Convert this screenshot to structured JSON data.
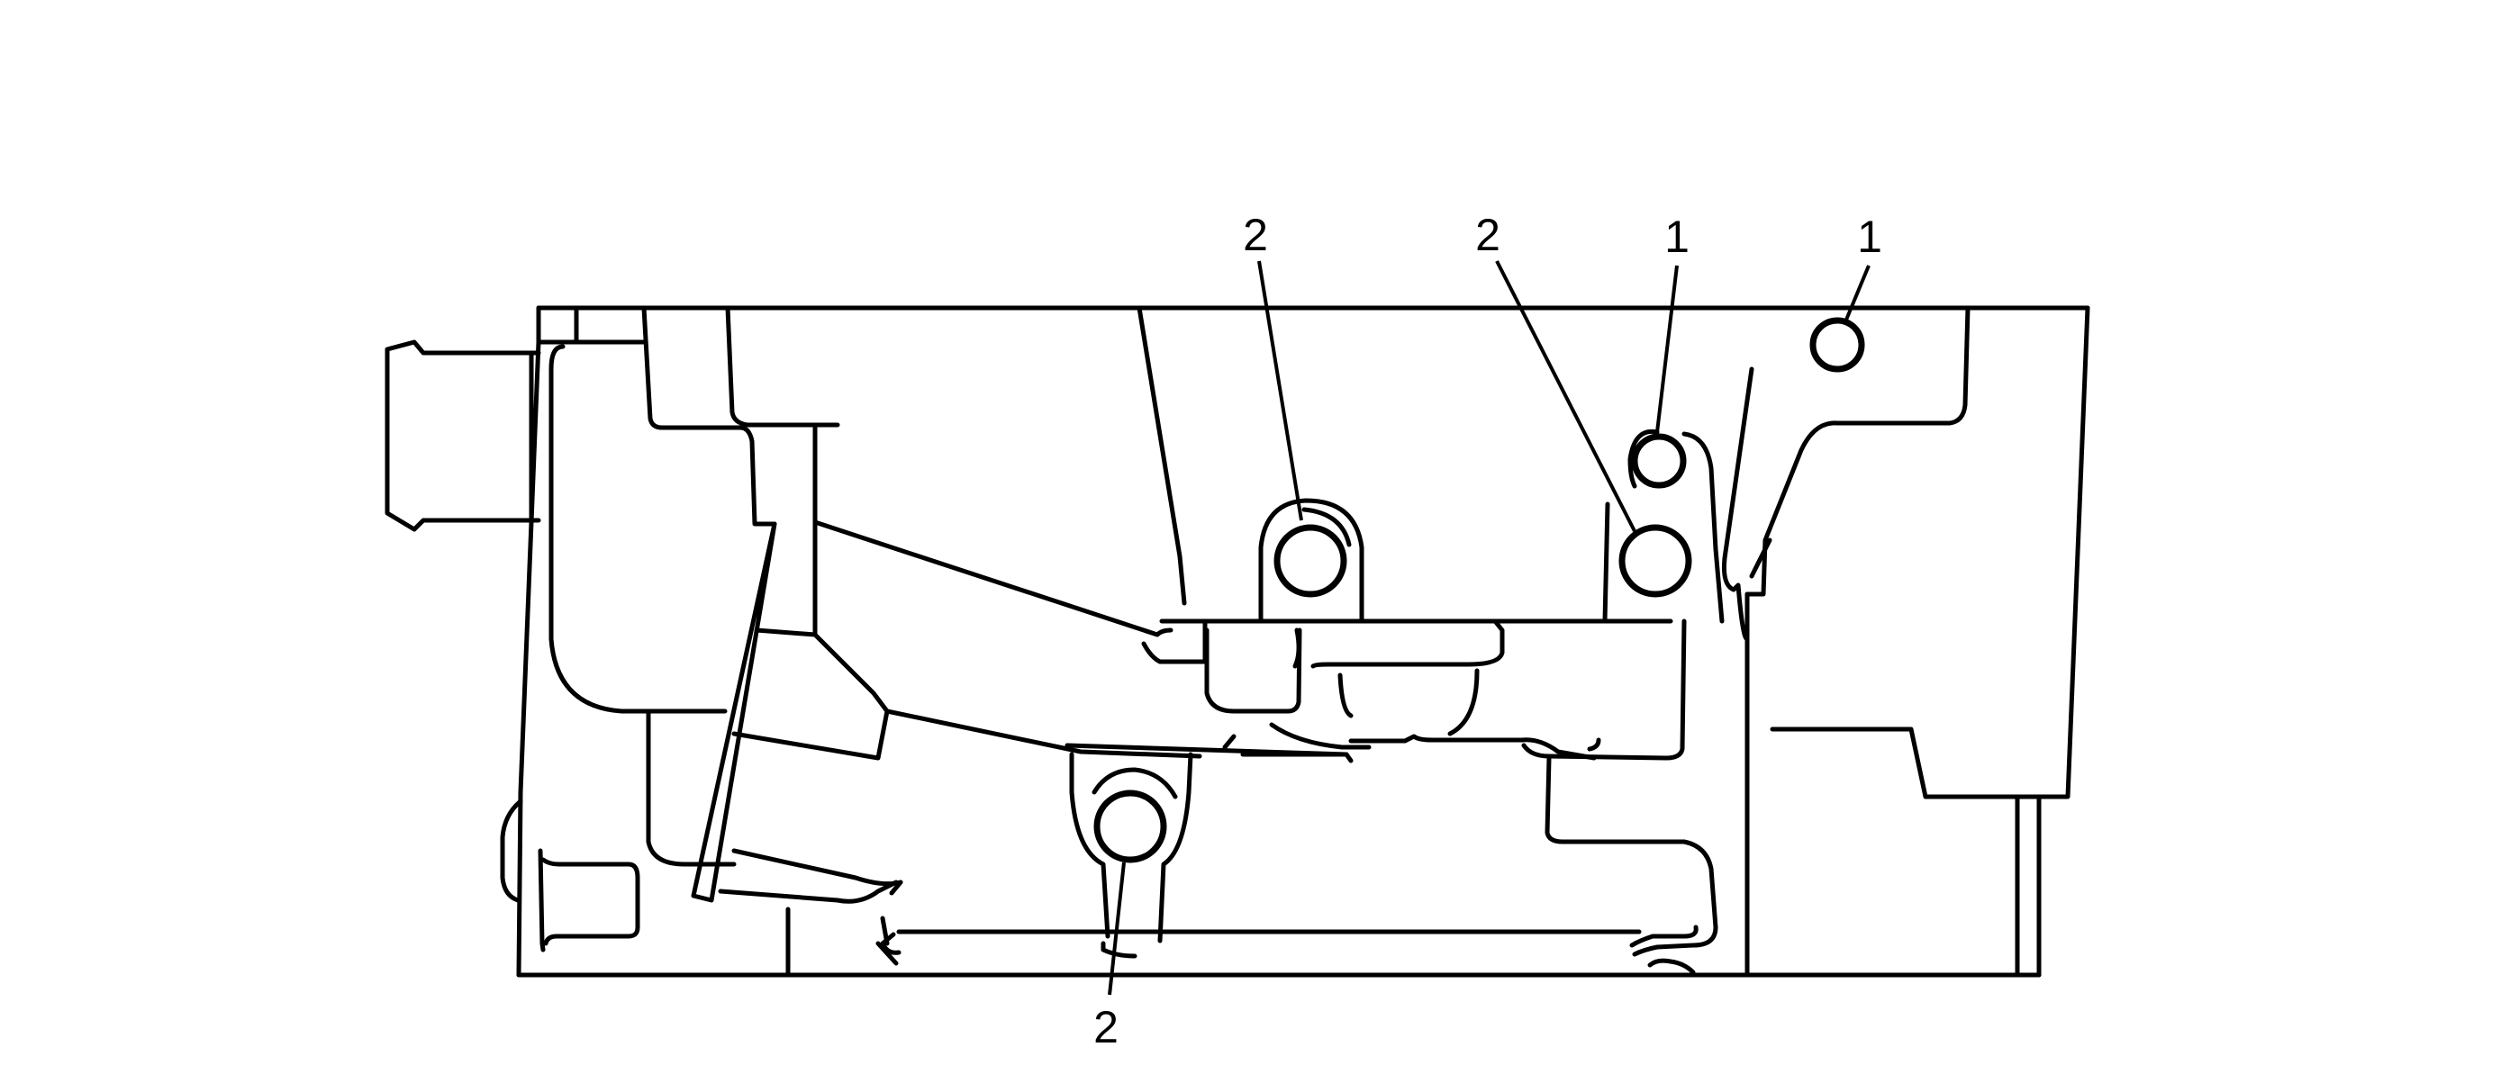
{
  "callouts": [
    {
      "label": "2"
    },
    {
      "label": "2"
    },
    {
      "label": "1"
    },
    {
      "label": "1"
    },
    {
      "label": "2"
    }
  ],
  "colors": {
    "ink": "#000000",
    "background": "#ffffff"
  }
}
